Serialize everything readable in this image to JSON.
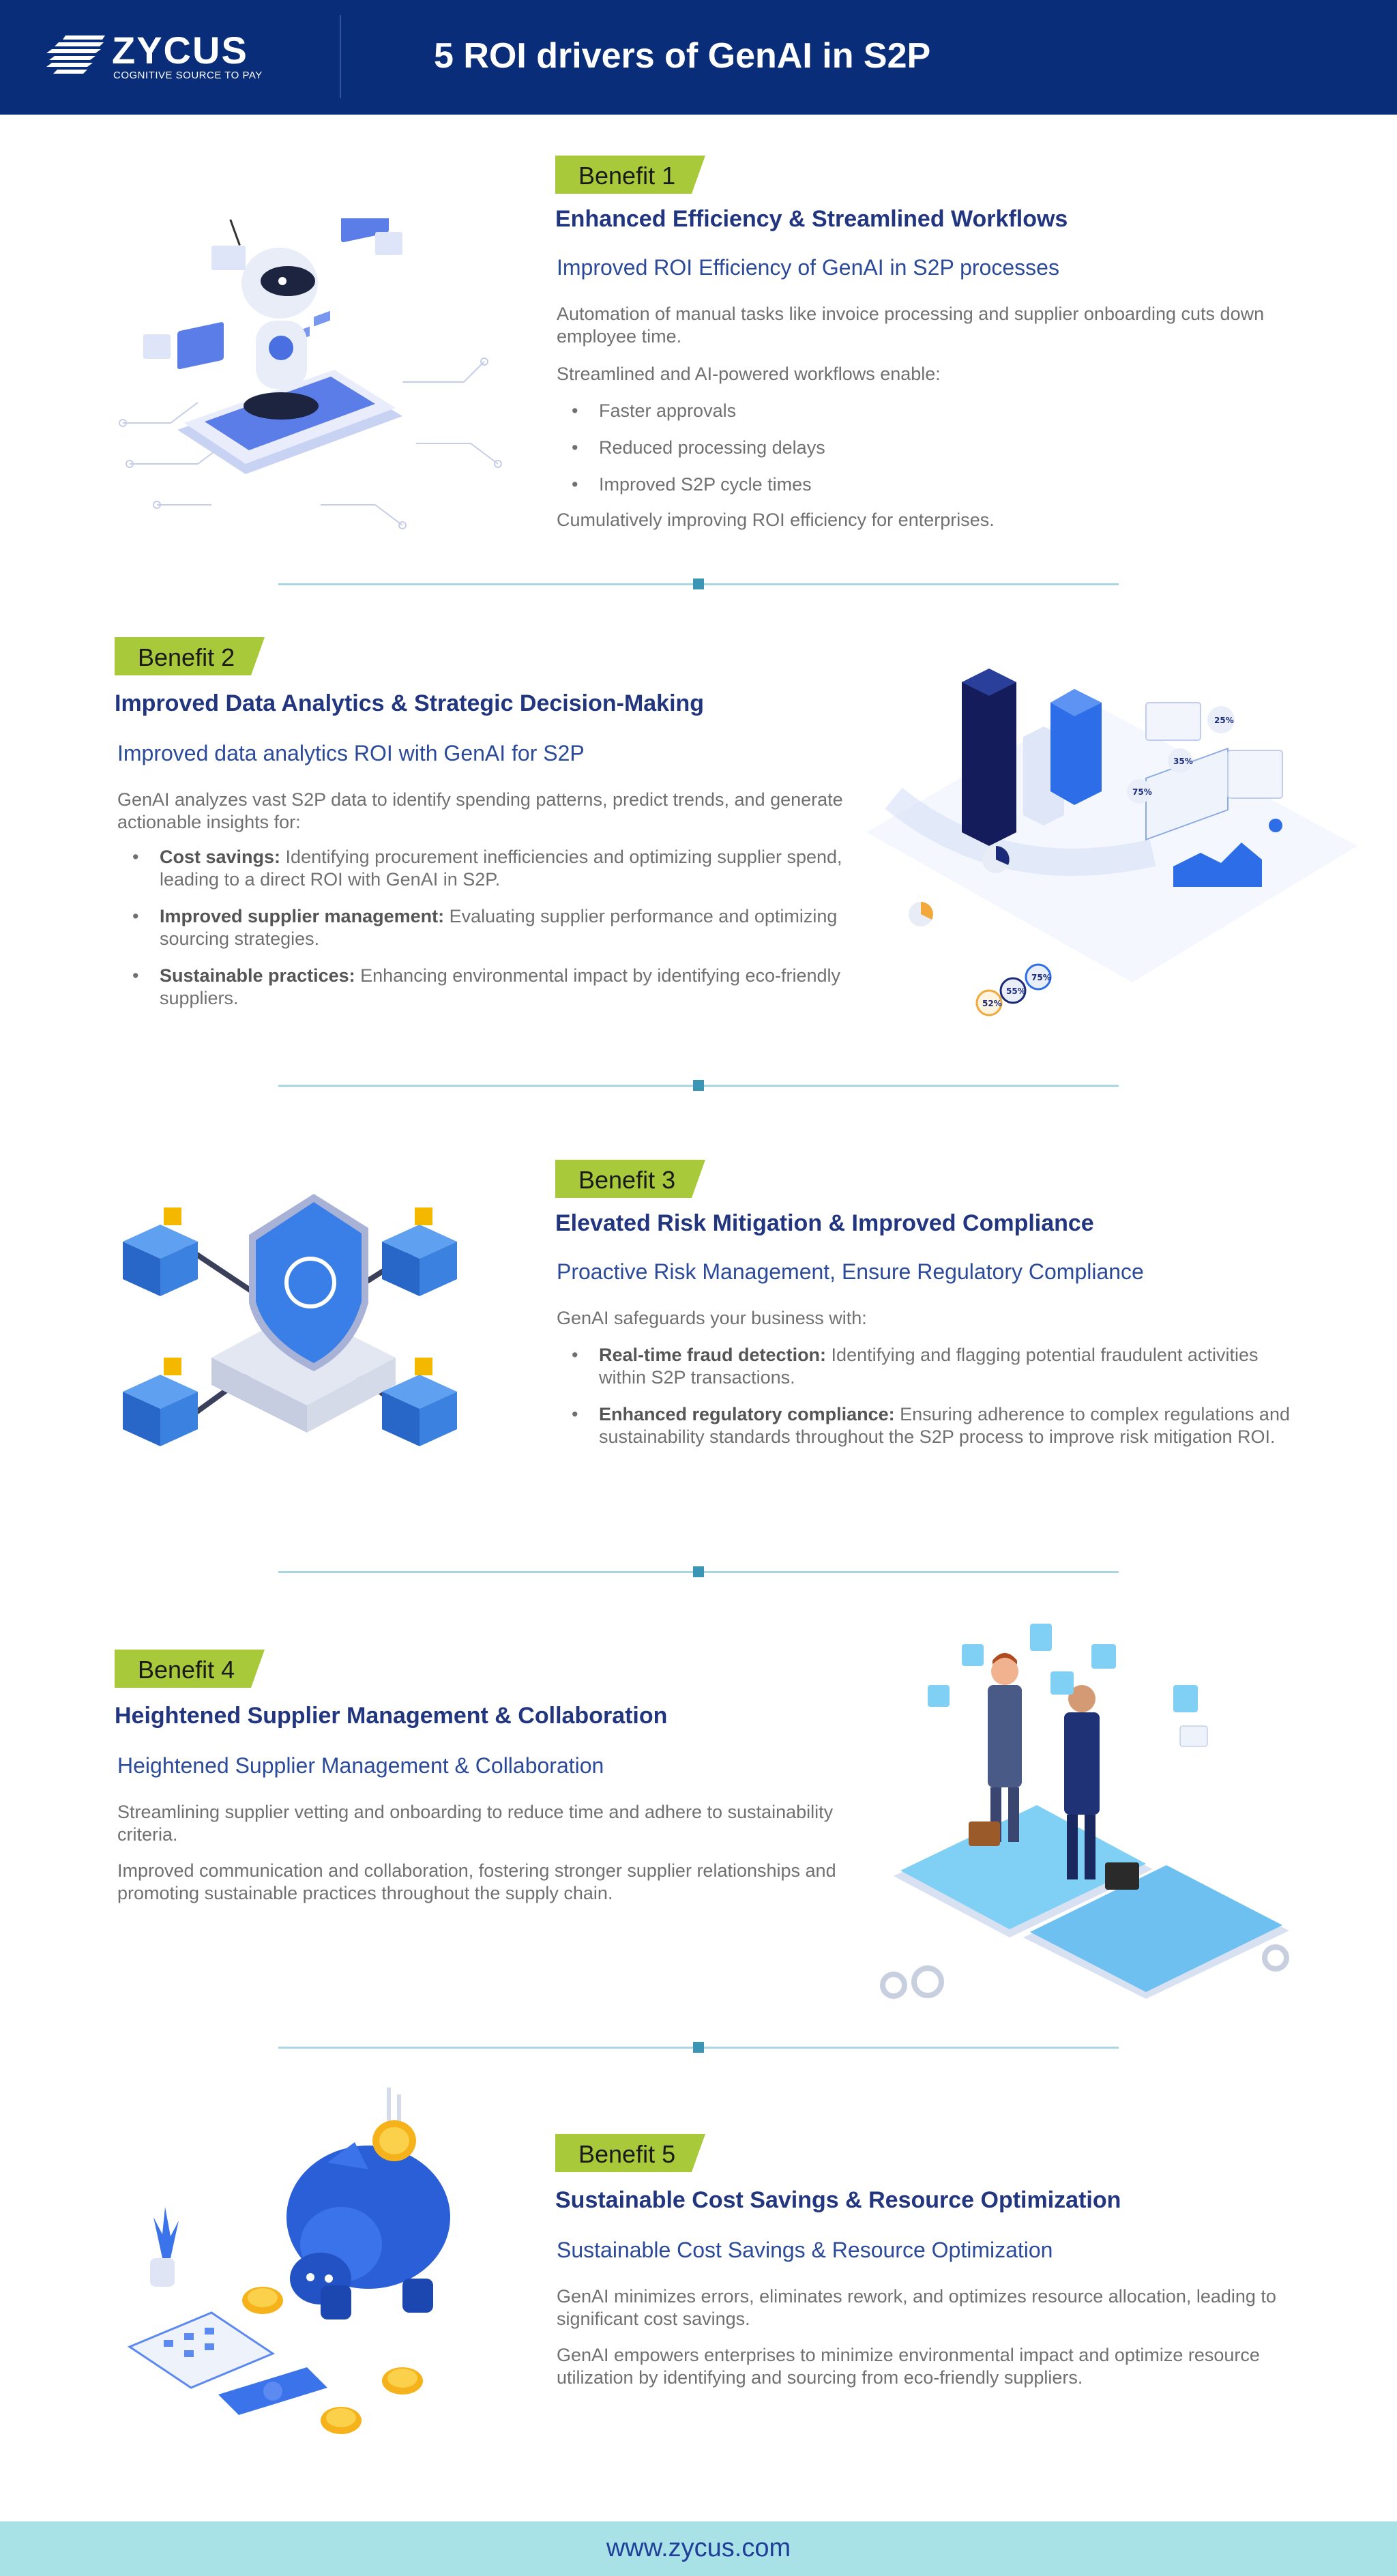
{
  "header": {
    "logo_word": "ZYCUS",
    "logo_tagline": "COGNITIVE SOURCE TO PAY",
    "title": "5 ROI drivers of GenAI in S2P"
  },
  "colors": {
    "header_bg": "#0a2d7a",
    "badge_green": "#a8c93a",
    "heading_navy": "#22357f",
    "separator": "#a9d6e2",
    "footer_bg": "#a8e2e7"
  },
  "benefits": [
    {
      "badge": "Benefit 1",
      "heading": "Enhanced Efficiency & Streamlined Workflows",
      "subheading": "Improved ROI Efficiency of GenAI in S2P processes",
      "paragraphs": [
        "Automation of manual tasks like invoice processing and supplier onboarding cuts down employee time.",
        "Streamlined and AI-powered workflows enable:"
      ],
      "bullets": [
        "Faster approvals",
        "Reduced processing delays",
        "Improved S2P cycle times"
      ],
      "closing": "Cumulatively improving ROI efficiency for enterprises.",
      "illustration_icon": "robot-on-smartphone-icon"
    },
    {
      "badge": "Benefit 2",
      "heading": "Improved Data Analytics & Strategic Decision-Making",
      "subheading": "Improved data analytics ROI with GenAI for S2P",
      "paragraphs": [
        "GenAI analyzes vast S2P data to identify spending patterns, predict trends, and generate actionable insights for:"
      ],
      "bullets": [
        {
          "bold": "Cost savings:",
          "text": " Identifying procurement inefficiencies and optimizing supplier spend, leading to a direct ROI with GenAI in S2P."
        },
        {
          "bold": "Improved supplier management:",
          "text": " Evaluating supplier performance and optimizing sourcing strategies."
        },
        {
          "bold": "Sustainable practices:",
          "text": " Enhancing environmental impact by identifying eco-friendly suppliers."
        }
      ],
      "illustration_icon": "analytics-dashboard-icon",
      "illustration_labels": [
        "25%",
        "35%",
        "75%",
        "52%",
        "55%",
        "75%"
      ]
    },
    {
      "badge": "Benefit 3",
      "heading": "Elevated Risk Mitigation & Improved Compliance",
      "subheading": "Proactive Risk Management, Ensure Regulatory Compliance",
      "paragraphs": [
        "GenAI safeguards your business with:"
      ],
      "bullets": [
        {
          "bold": "Real-time fraud detection:",
          "text": " Identifying and flagging potential fraudulent activities within S2P transactions."
        },
        {
          "bold": "Enhanced regulatory compliance:",
          "text": " Ensuring adherence to complex regulations and sustainability standards throughout the S2P process to improve risk mitigation ROI."
        }
      ],
      "illustration_icon": "shield-blockchain-icon"
    },
    {
      "badge": "Benefit 4",
      "heading": "Heightened Supplier Management & Collaboration",
      "subheading": "Heightened Supplier Management & Collaboration",
      "paragraphs": [
        "Streamlining supplier vetting and onboarding to reduce time and adhere to sustainability criteria.",
        "Improved communication and collaboration, fostering stronger supplier relationships and promoting sustainable practices throughout the supply chain."
      ],
      "illustration_icon": "handshake-businessmen-icon"
    },
    {
      "badge": "Benefit 5",
      "heading": "Sustainable Cost Savings & Resource Optimization",
      "subheading": "Sustainable Cost Savings & Resource Optimization",
      "paragraphs": [
        "GenAI minimizes errors, eliminates rework, and optimizes resource allocation, leading to significant cost savings.",
        "GenAI empowers enterprises to minimize environmental impact and optimize resource utilization by identifying and sourcing from eco-friendly suppliers."
      ],
      "illustration_icon": "piggy-bank-savings-icon"
    }
  ],
  "footer": {
    "url": "www.zycus.com"
  }
}
